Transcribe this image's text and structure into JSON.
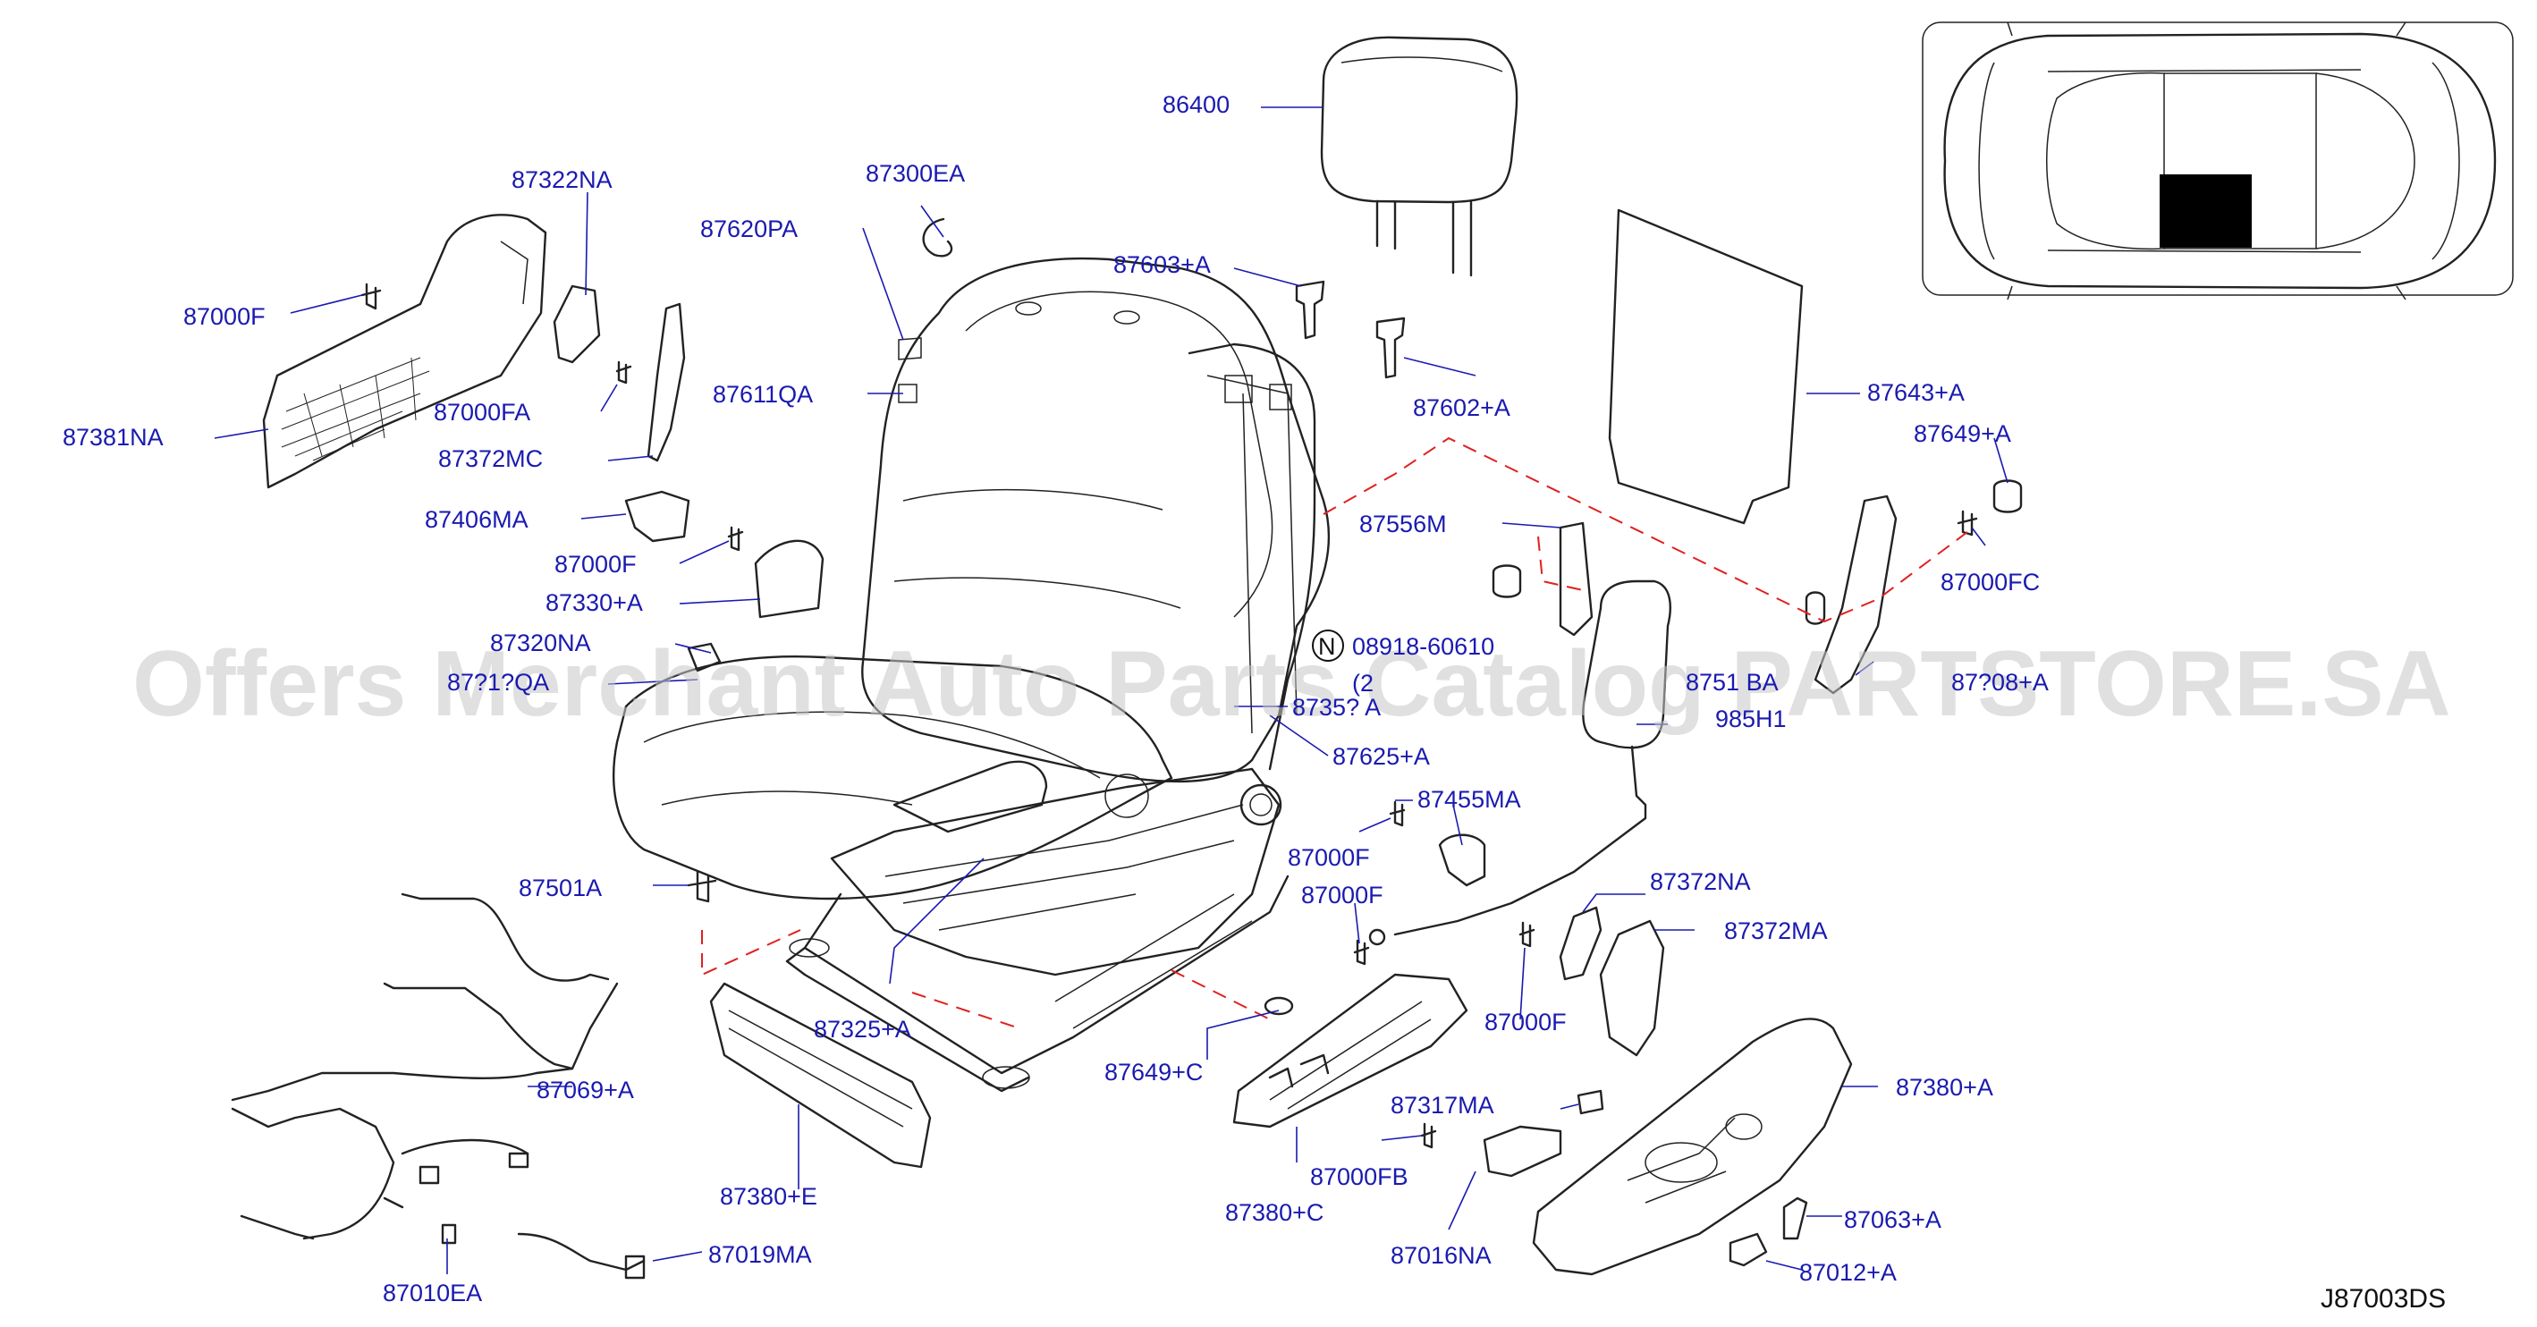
{
  "diagram_code": "J87003DS",
  "watermark": "Offers Merchant Auto Parts Catalog PARTSTORE.SA",
  "callouts": [
    {
      "id": "86400",
      "text": "86400"
    },
    {
      "id": "87300EA",
      "text": "87300EA"
    },
    {
      "id": "87322NA",
      "text": "87322NA"
    },
    {
      "id": "87620PA",
      "text": "87620PA"
    },
    {
      "id": "87603A",
      "text": "87603+A"
    },
    {
      "id": "87000F_a",
      "text": "87000F"
    },
    {
      "id": "87000FA",
      "text": "87000FA"
    },
    {
      "id": "87611QA",
      "text": "87611QA"
    },
    {
      "id": "87381NA",
      "text": "87381NA"
    },
    {
      "id": "87372MC",
      "text": "87372MC"
    },
    {
      "id": "87602A",
      "text": "87602+A"
    },
    {
      "id": "87643A",
      "text": "87643+A"
    },
    {
      "id": "87649A",
      "text": "87649+A"
    },
    {
      "id": "87406MA",
      "text": "87406MA"
    },
    {
      "id": "87556M",
      "text": "87556M"
    },
    {
      "id": "87000F_b",
      "text": "87000F"
    },
    {
      "id": "87330A",
      "text": "87330+A"
    },
    {
      "id": "87000FC",
      "text": "87000FC"
    },
    {
      "id": "87320NA",
      "text": "87320NA"
    },
    {
      "id": "08918",
      "text": "08918-60610"
    },
    {
      "id": "87610QA",
      "text": "87?1?QA"
    },
    {
      "id": "qty2",
      "text": "(2"
    },
    {
      "id": "8751BA",
      "text": "8751 BA"
    },
    {
      "id": "87608A",
      "text": "87?08+A"
    },
    {
      "id": "87351A",
      "text": "8735? A"
    },
    {
      "id": "985H1",
      "text": "985H1"
    },
    {
      "id": "87625A",
      "text": "87625+A"
    },
    {
      "id": "87455MA",
      "text": "87455MA"
    },
    {
      "id": "87000F_c",
      "text": "87000F"
    },
    {
      "id": "87501A",
      "text": "87501A"
    },
    {
      "id": "87372NA",
      "text": "87372NA"
    },
    {
      "id": "87000F_d",
      "text": "87000F"
    },
    {
      "id": "87372MA",
      "text": "87372MA"
    },
    {
      "id": "87325A",
      "text": "87325+A"
    },
    {
      "id": "87069A",
      "text": "87069+A"
    },
    {
      "id": "87649C",
      "text": "87649+C"
    },
    {
      "id": "87000F_e",
      "text": "87000F"
    },
    {
      "id": "87380A",
      "text": "87380+A"
    },
    {
      "id": "87317MA",
      "text": "87317MA"
    },
    {
      "id": "87380E",
      "text": "87380+E"
    },
    {
      "id": "87000FB",
      "text": "87000FB"
    },
    {
      "id": "87380C",
      "text": "87380+C"
    },
    {
      "id": "87063A",
      "text": "87063+A"
    },
    {
      "id": "87019MA",
      "text": "87019MA"
    },
    {
      "id": "87016NA",
      "text": "87016NA"
    },
    {
      "id": "87012A",
      "text": "87012+A"
    },
    {
      "id": "87010EA",
      "text": "87010EA"
    }
  ],
  "notes": {
    "circled_symbol": "N"
  }
}
